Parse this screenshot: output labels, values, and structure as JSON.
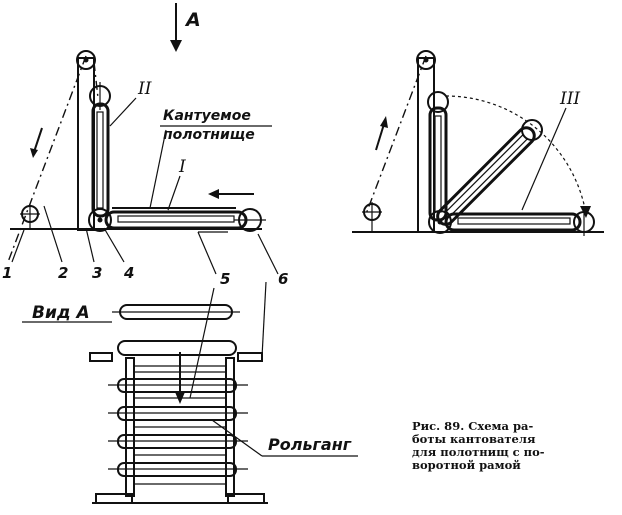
{
  "labels": {
    "view_arrow": "А",
    "view_label": "Вид А",
    "pos_ii": "II",
    "pos_i": "I",
    "pos_iii": "III",
    "sheet_label_line1": "Кантуемое",
    "sheet_label_line2": "полотнище",
    "rollgang": "Рольганг",
    "n1": "1",
    "n2": "2",
    "n3": "3",
    "n4": "4",
    "n5": "5",
    "n6": "6"
  },
  "caption": {
    "line1": "Рис. 89. Схема ра-",
    "line2": "боты кантователя",
    "line3": "для полотнищ с по-",
    "line4": "воротной рамой"
  }
}
